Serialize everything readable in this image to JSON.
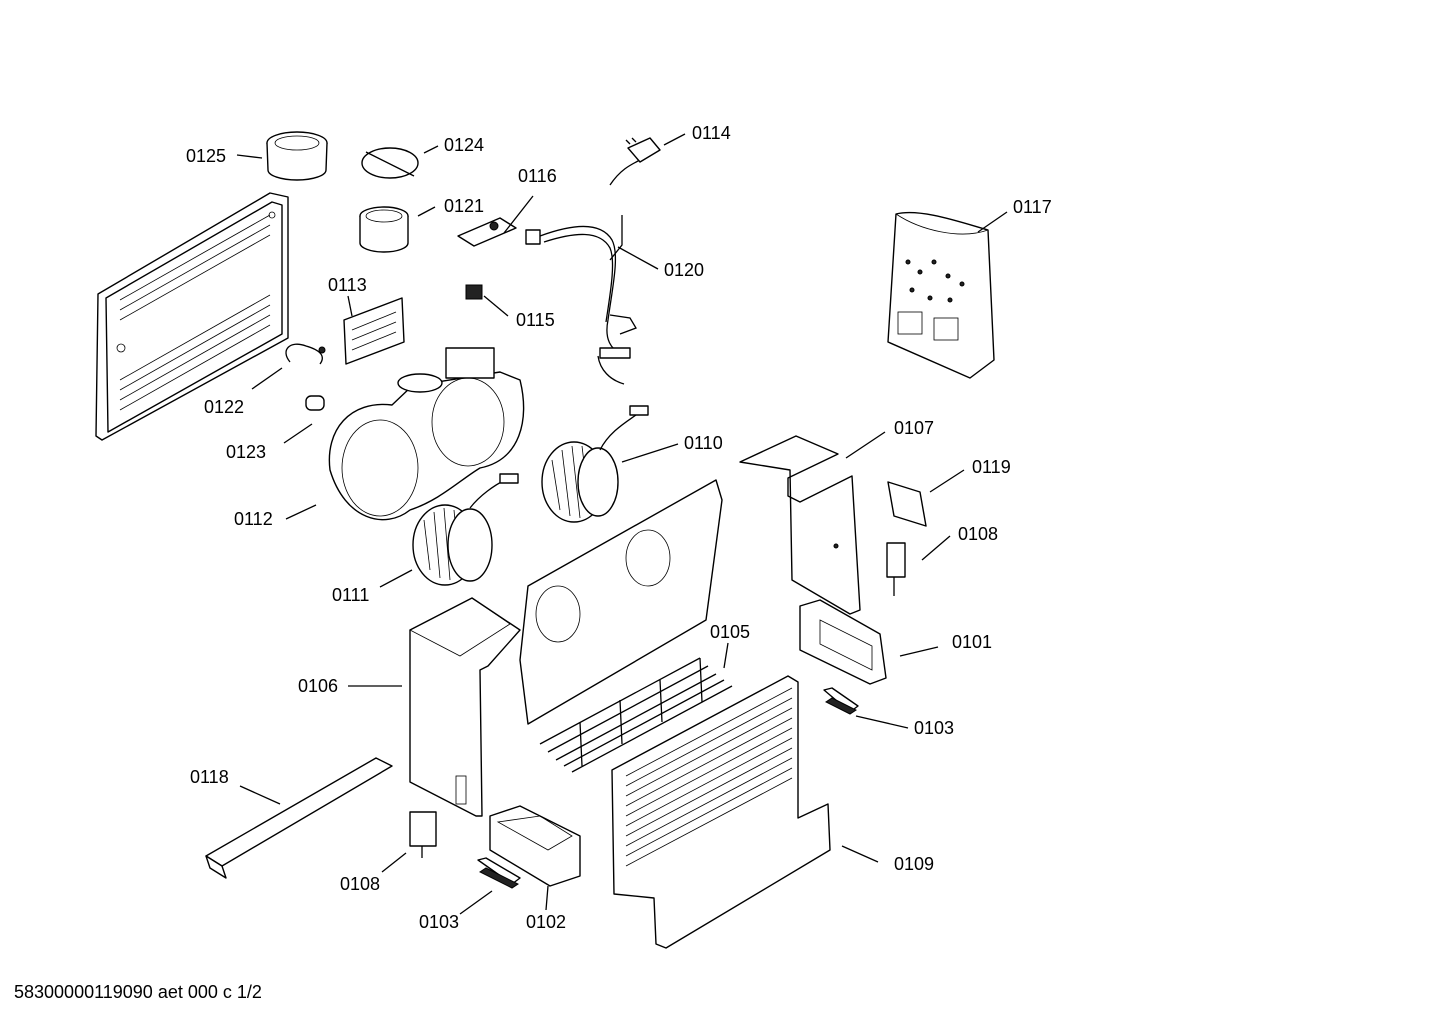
{
  "labels": {
    "l0125": "0125",
    "l0124": "0124",
    "l0114": "0114",
    "l0116": "0116",
    "l0121": "0121",
    "l0117": "0117",
    "l0120": "0120",
    "l0113": "0113",
    "l0115": "0115",
    "l0122": "0122",
    "l0123": "0123",
    "l0110": "0110",
    "l0107": "0107",
    "l0119": "0119",
    "l0112": "0112",
    "l0108a": "0108",
    "l0111": "0111",
    "l0105": "0105",
    "l0101": "0101",
    "l0106": "0106",
    "l0103a": "0103",
    "l0118": "0118",
    "l0109": "0109",
    "l0108b": "0108",
    "l0103b": "0103",
    "l0102": "0102"
  },
  "footer": "58300000119090 aet 000 c 1/2"
}
